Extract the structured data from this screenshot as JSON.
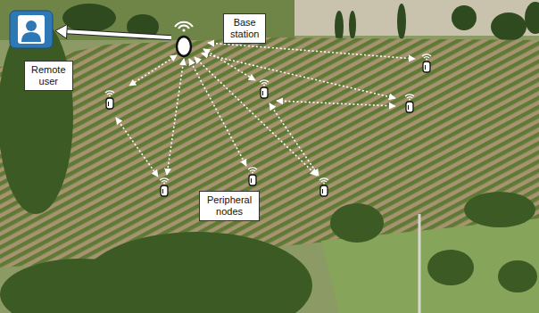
{
  "diagram": {
    "nodes": [
      {
        "text": [
          "Remote user"
        ]
      },
      {
        "text": [
          "Base station"
        ]
      },
      {
        "text": [
          "Peripheral nodes"
        ]
      }
    ],
    "edges": [
      {
        "from": 1,
        "to": 0,
        "arrow": "to"
      }
    ]
  }
}
